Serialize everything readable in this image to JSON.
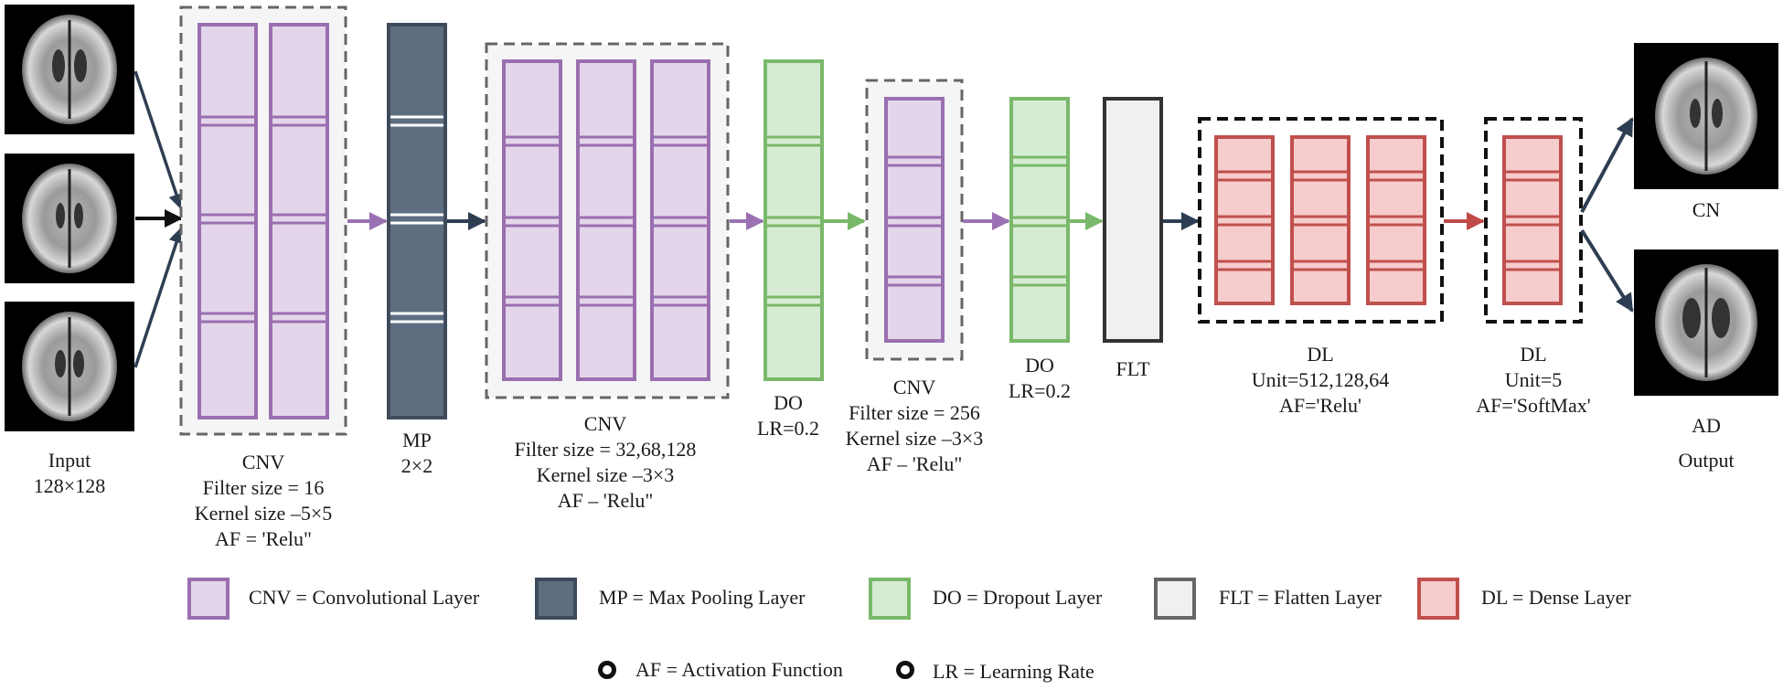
{
  "colors": {
    "cnv_fill": "#e4d6ea",
    "cnv_stroke": "#9a6fb0",
    "mp_fill": "#5e6e80",
    "mp_stroke": "#3e4b5a",
    "do_fill": "#d5ecd3",
    "do_stroke": "#7ab86a",
    "flt_fill": "#f0f0f0",
    "flt_stroke": "#333333",
    "dl_fill": "#f6cccc",
    "dl_stroke": "#c0504d",
    "arrow_dark": "#2e3e52",
    "arrow_purple": "#9a72b3",
    "arrow_green": "#79b86a",
    "arrow_red": "#c04a48"
  },
  "input": {
    "label": "Input",
    "size": "128×128"
  },
  "layers": {
    "cnv1": {
      "name": "CNV",
      "filter": "Filter size = 16",
      "kernel": "Kernel size –5×5",
      "af": "AF = 'Relu\""
    },
    "mp": {
      "name": "MP",
      "size": "2×2"
    },
    "cnv2": {
      "name": "CNV",
      "filter": "Filter size = 32,68,128",
      "kernel": "Kernel size –3×3",
      "af": "AF – 'Relu\""
    },
    "do1": {
      "name": "DO",
      "lr": "LR=0.2"
    },
    "cnv3": {
      "name": "CNV",
      "filter": "Filter size = 256",
      "kernel": "Kernel size –3×3",
      "af": "AF – 'Relu\""
    },
    "do2": {
      "name": "DO",
      "lr": "LR=0.2"
    },
    "flt": {
      "name": "FLT"
    },
    "dl1": {
      "name": "DL",
      "unit": "Unit=512,128,64",
      "af": "AF='Relu'"
    },
    "dl2": {
      "name": "DL",
      "unit": "Unit=5",
      "af": "AF='SoftMax'"
    }
  },
  "outputs": {
    "class1": "CN",
    "class2": "AD",
    "label": "Output"
  },
  "legend": {
    "cnv": "CNV = Convolutional Layer",
    "mp": "MP = Max Pooling Layer",
    "do": "DO = Dropout Layer",
    "flt": "FLT = Flatten Layer",
    "dl": "DL = Dense Layer",
    "af": "AF = Activation Function",
    "lr": "LR = Learning Rate"
  }
}
